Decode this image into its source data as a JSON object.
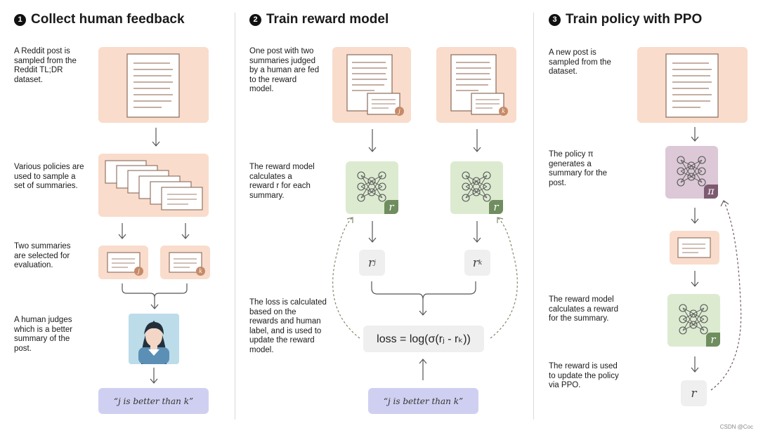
{
  "steps": [
    {
      "number": "1",
      "title": "Collect human feedback"
    },
    {
      "number": "2",
      "title": "Train reward model"
    },
    {
      "number": "3",
      "title": "Train policy with PPO"
    }
  ],
  "col1": {
    "desc_sample": "A Reddit post is sampled from the Reddit TL;DR dataset.",
    "desc_policies": "Various policies are used to sample a set of summaries.",
    "desc_select": "Two summaries are selected for evaluation.",
    "desc_judge": "A human judges which is a better summary of the post.",
    "label": "“j is better than k”"
  },
  "col2": {
    "desc_fed": "One post with two summaries judged by a human are fed to the reward model.",
    "desc_reward": "The reward model calculates a reward r for each summary.",
    "desc_loss": "The loss is calculated based on the rewards and human label, and is used to update the reward model.",
    "loss_formula": "loss = log(σ(rⱼ - rₖ))",
    "label": "“j is better than k”"
  },
  "col3": {
    "desc_newpost": "A new post is sampled from the dataset.",
    "desc_policy": "The policy π generates a summary for the post.",
    "desc_reward": "The reward model calculates a reward for the summary.",
    "desc_update": "The reward is used to update the policy via PPO."
  },
  "symbols": {
    "j": "j",
    "k": "k",
    "r": "r",
    "pi": "π"
  },
  "colors": {
    "peach": "#f9dccb",
    "peach_badge": "#c68a68",
    "green": "#dcebd0",
    "green_badge": "#6f8d5e",
    "purple": "#dcc8d6",
    "purple_badge": "#7d5a72",
    "label": "#cfd0f1",
    "gray": "#efefef"
  },
  "footer": "CSDN @Coc"
}
